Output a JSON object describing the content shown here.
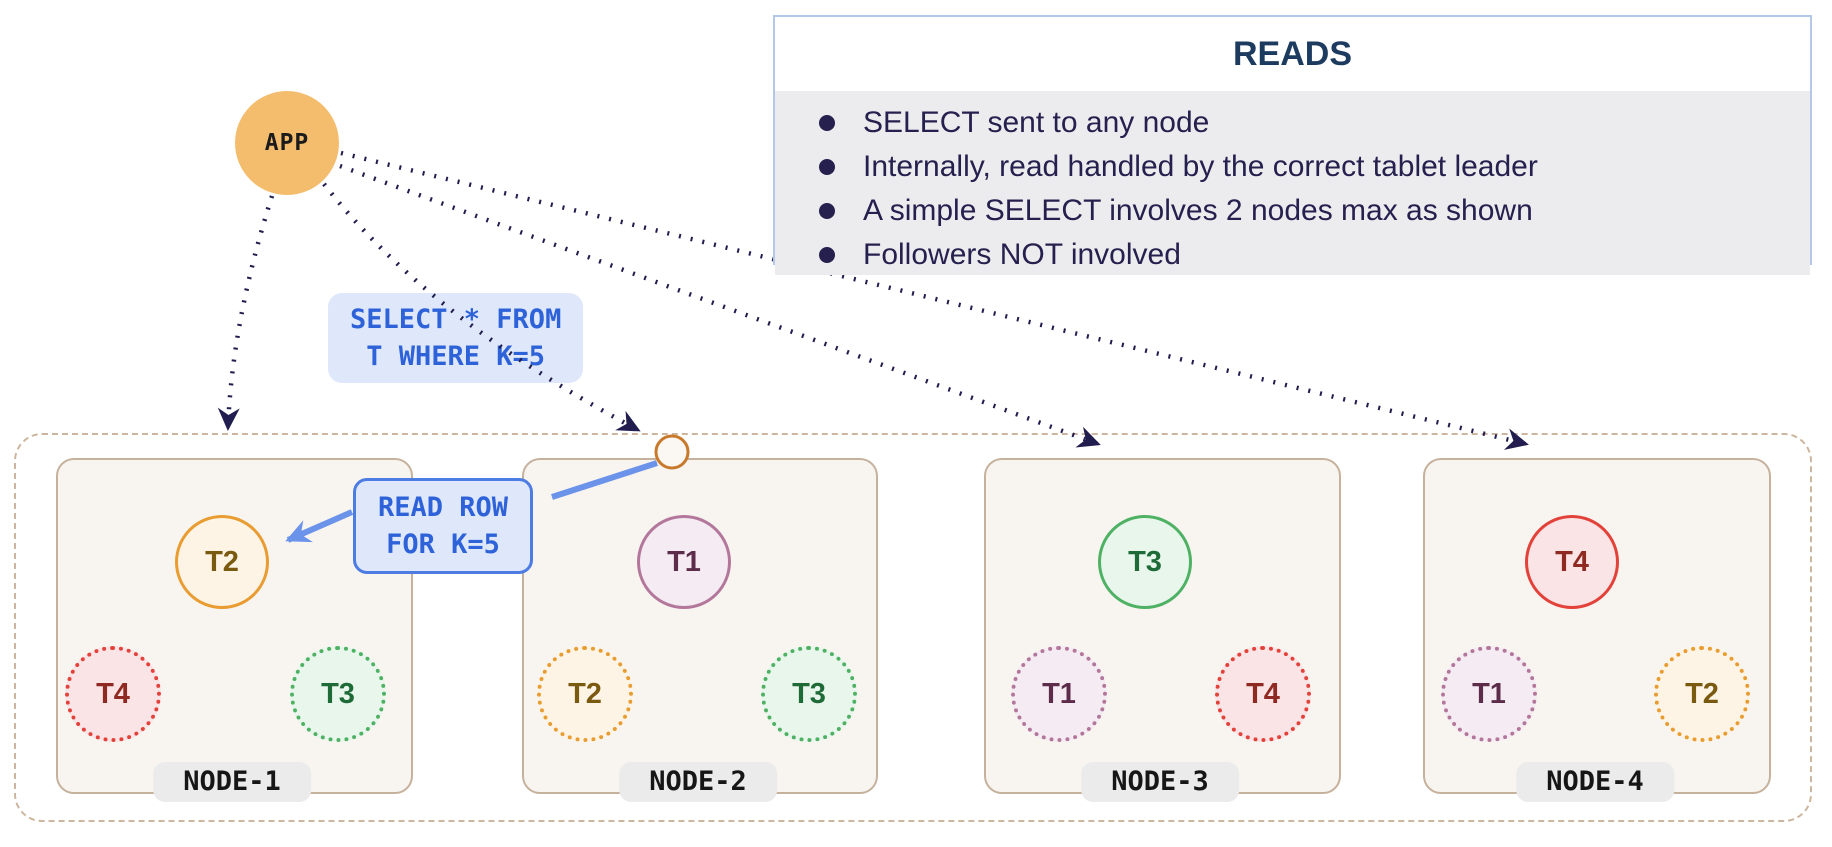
{
  "app": {
    "label": "APP"
  },
  "labels": {
    "select_query": {
      "line1": "SELECT * FROM",
      "line2": "T WHERE K=5"
    },
    "read_row": {
      "line1": "READ ROW",
      "line2": "FOR K=5"
    }
  },
  "reads_panel": {
    "title": "READS",
    "items": [
      "SELECT sent to any node",
      "Internally, read handled by the correct tablet leader",
      "A simple SELECT involves 2 nodes max as shown",
      "Followers NOT involved"
    ]
  },
  "nodes": [
    {
      "label": "NODE-1",
      "tablets": [
        {
          "id": "T2",
          "role": "leader",
          "color": "orange"
        },
        {
          "id": "T4",
          "role": "follower",
          "color": "red"
        },
        {
          "id": "T3",
          "role": "follower",
          "color": "green"
        }
      ]
    },
    {
      "label": "NODE-2",
      "tablets": [
        {
          "id": "T1",
          "role": "leader",
          "color": "purple"
        },
        {
          "id": "T2",
          "role": "follower",
          "color": "orange"
        },
        {
          "id": "T3",
          "role": "follower",
          "color": "green"
        }
      ]
    },
    {
      "label": "NODE-3",
      "tablets": [
        {
          "id": "T3",
          "role": "leader",
          "color": "green"
        },
        {
          "id": "T1",
          "role": "follower",
          "color": "purple"
        },
        {
          "id": "T4",
          "role": "follower",
          "color": "red"
        }
      ]
    },
    {
      "label": "NODE-4",
      "tablets": [
        {
          "id": "T4",
          "role": "leader",
          "color": "red"
        },
        {
          "id": "T1",
          "role": "follower",
          "color": "purple"
        },
        {
          "id": "T2",
          "role": "follower",
          "color": "orange"
        }
      ]
    }
  ],
  "colors": {
    "app_fill": "#f3bd6d",
    "arrow_navy": "#221d4f",
    "sql_blue_text": "#2e62d9",
    "sql_blue_bg": "#dfe8fb",
    "blue_arrow": "#6b93ea",
    "panel_border": "#b3c7e6",
    "panel_body_bg": "#ececee",
    "panel_title": "#1d3b5e",
    "panel_text": "#26204e",
    "node_border": "#c6b19c",
    "node_fill": "#f8f5f1",
    "outer_border": "#cdb69f",
    "pill_bg": "#ebebeb",
    "tablet_orange": "#e89c31",
    "tablet_red": "#e2423a",
    "tablet_green": "#4eb163",
    "tablet_purple": "#b3779b",
    "junction_ring": "#c8792c"
  }
}
